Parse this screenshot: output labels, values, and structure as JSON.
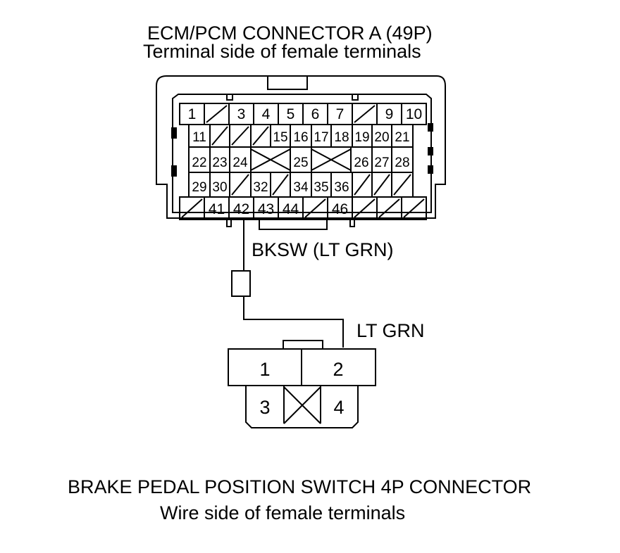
{
  "ecm": {
    "title": "ECM/PCM CONNECTOR A (49P)",
    "subtitle": "Terminal side of female terminals",
    "rows": [
      [
        "1",
        "",
        "3",
        "4",
        "5",
        "6",
        "7",
        "",
        "9",
        "10"
      ],
      [
        "11",
        "",
        "",
        "",
        "15",
        "16",
        "17",
        "18",
        "19",
        "20",
        "21"
      ],
      [
        "22",
        "23",
        "24",
        "X",
        "25",
        "X",
        "26",
        "27",
        "28"
      ],
      [
        "29",
        "30",
        "",
        "32",
        "",
        "34",
        "35",
        "36",
        "",
        "",
        ""
      ],
      [
        "",
        "41",
        "42",
        "43",
        "44",
        "",
        "46",
        "",
        "",
        ""
      ]
    ]
  },
  "wire": {
    "signal_label": "BKSW (LT GRN)",
    "color_label": "LT GRN"
  },
  "switch": {
    "title": "BRAKE PEDAL POSITION SWITCH 4P CONNECTOR",
    "subtitle": "Wire side of female terminals",
    "terminals": [
      "1",
      "2",
      "3",
      "X",
      "4"
    ]
  }
}
